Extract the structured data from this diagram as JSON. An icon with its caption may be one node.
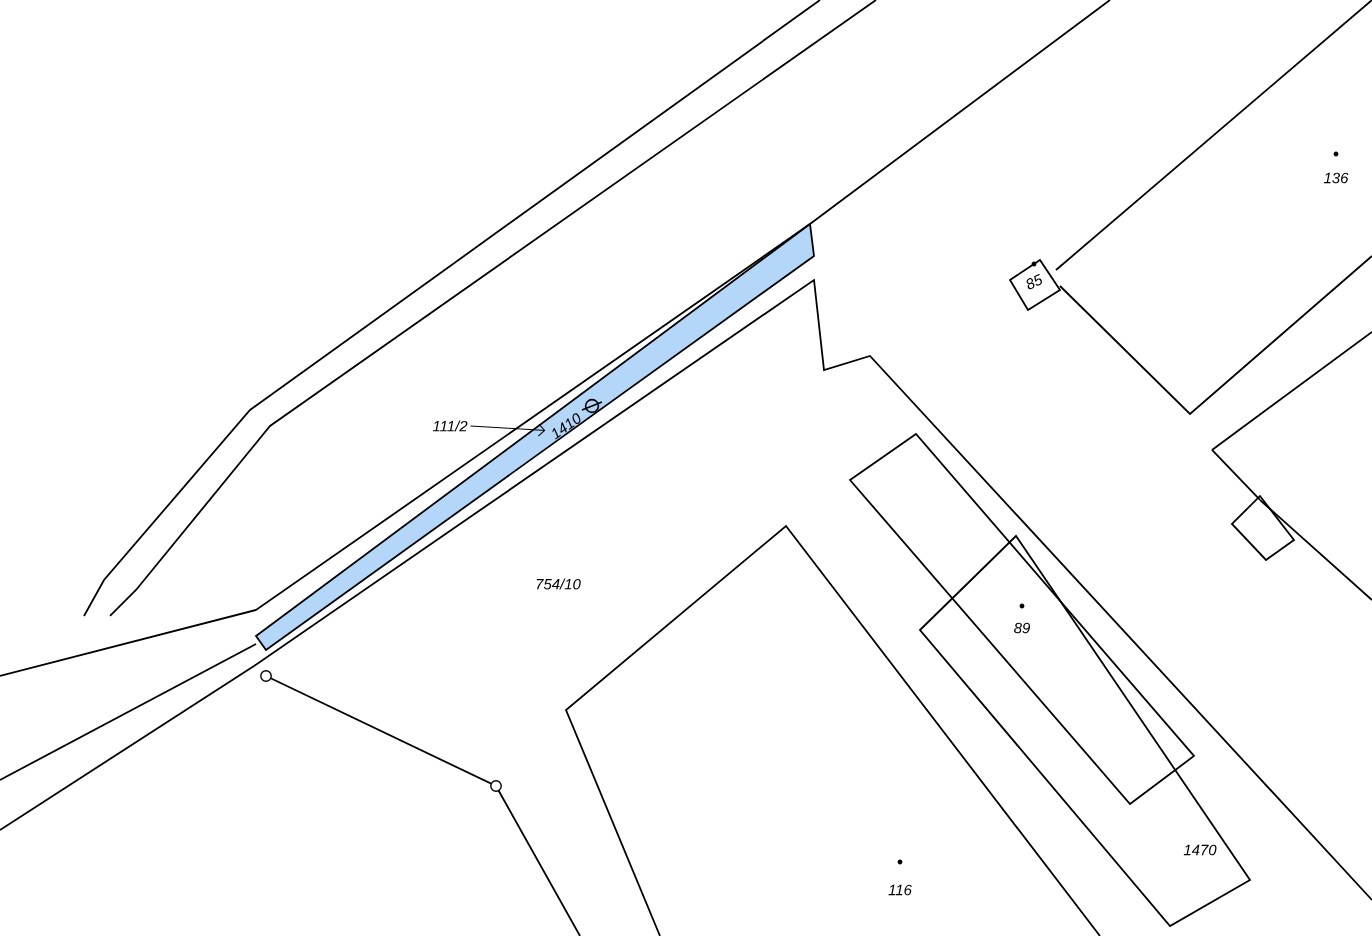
{
  "diagram": {
    "nodes": [
      {
        "text": [
          "111/2"
        ]
      },
      {
        "text": [
          "1410"
        ]
      }
    ],
    "edges": [
      {
        "from": 0,
        "to": 1,
        "arrow": "to"
      }
    ],
    "labels": [
      "136",
      "85",
      "754/10",
      "89",
      "1470",
      "116"
    ]
  }
}
